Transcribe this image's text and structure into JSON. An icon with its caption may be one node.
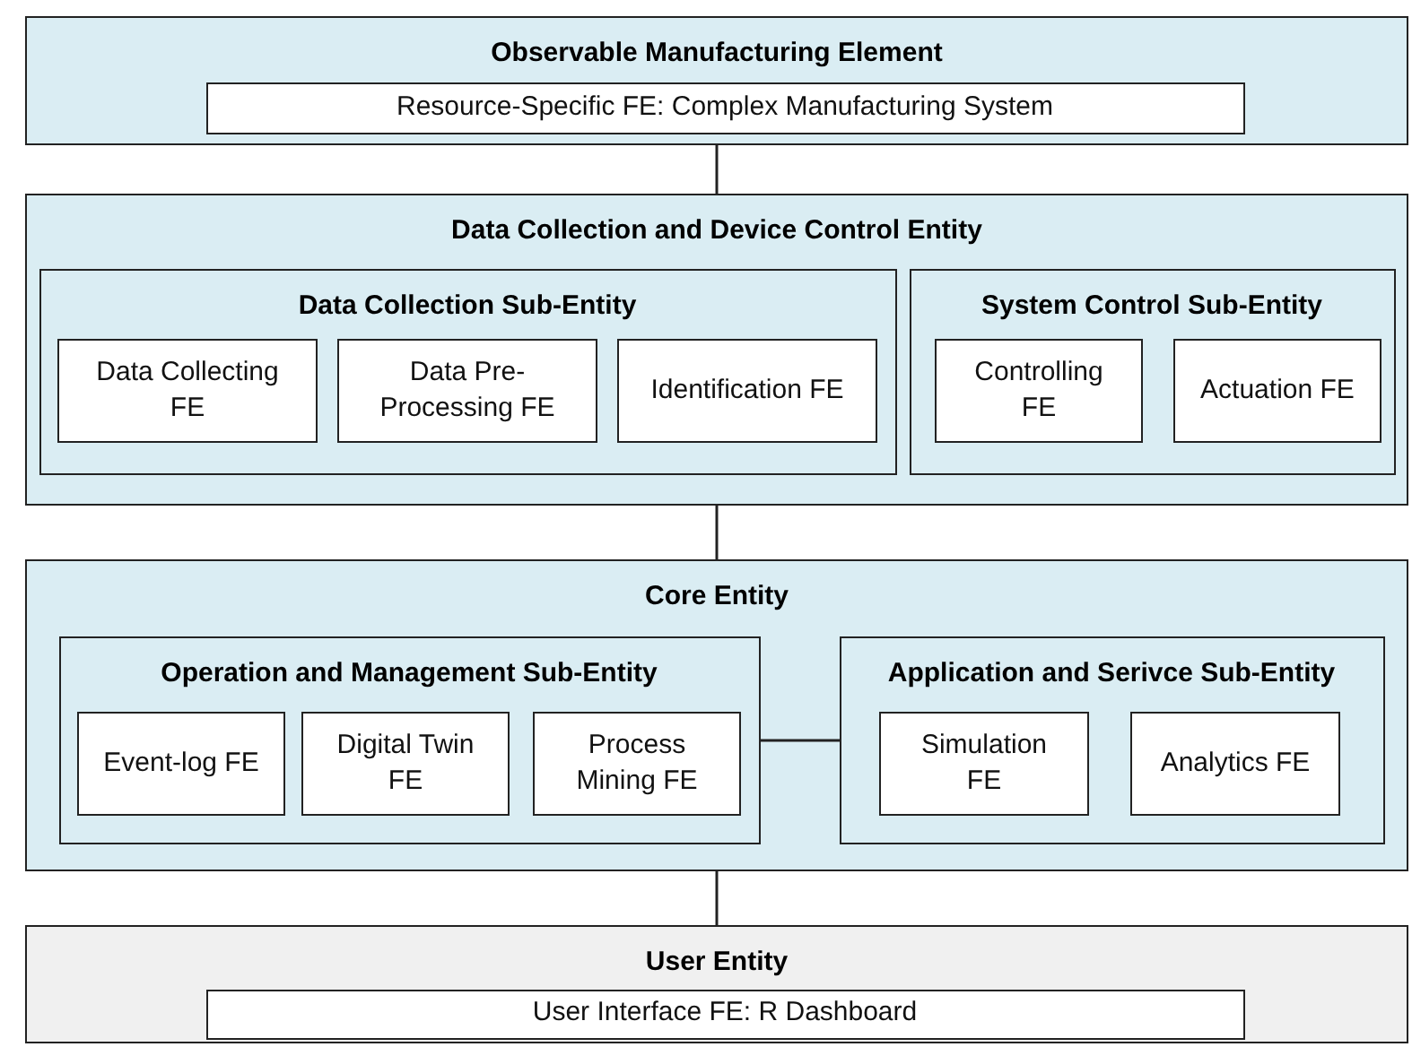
{
  "diagram": {
    "nodes": [
      {
        "text": [
          "Observable Manufacturing Element"
        ]
      },
      {
        "text": [
          "Resource-Specific FE: Complex Manufacturing System"
        ],
        "in": 0
      },
      {
        "text": [
          "Data Collection and Device Control Entity"
        ]
      },
      {
        "text": [
          "Data Collection Sub-Entity"
        ],
        "in": 2
      },
      {
        "text": [
          "Data Collecting FE"
        ],
        "in": 3
      },
      {
        "text": [
          "Data Pre-Processing FE"
        ],
        "in": 3
      },
      {
        "text": [
          "Identification FE"
        ],
        "in": 3
      },
      {
        "text": [
          "System Control Sub-Entity"
        ],
        "in": 2
      },
      {
        "text": [
          "Controlling FE"
        ],
        "in": 7
      },
      {
        "text": [
          "Actuation FE"
        ],
        "in": 7
      },
      {
        "text": [
          "Core Entity"
        ]
      },
      {
        "text": [
          "Operation and Management Sub-Entity"
        ],
        "in": 10
      },
      {
        "text": [
          "Event-log FE"
        ],
        "in": 11
      },
      {
        "text": [
          "Digital Twin FE"
        ],
        "in": 11
      },
      {
        "text": [
          "Process Mining FE"
        ],
        "in": 11
      },
      {
        "text": [
          "Application and Serivce Sub-Entity"
        ],
        "in": 10
      },
      {
        "text": [
          "Simulation FE"
        ],
        "in": 15
      },
      {
        "text": [
          "Analytics FE"
        ],
        "in": 15
      },
      {
        "text": [
          "User Entity"
        ]
      },
      {
        "text": [
          "User Interface FE: R Dashboard"
        ],
        "in": 18
      }
    ],
    "edges": [
      {
        "from": 0,
        "to": 2,
        "arrow": "none"
      },
      {
        "from": 2,
        "to": 10,
        "arrow": "none"
      },
      {
        "from": 11,
        "to": 15,
        "arrow": "none"
      },
      {
        "from": 10,
        "to": 18,
        "arrow": "none"
      }
    ]
  }
}
